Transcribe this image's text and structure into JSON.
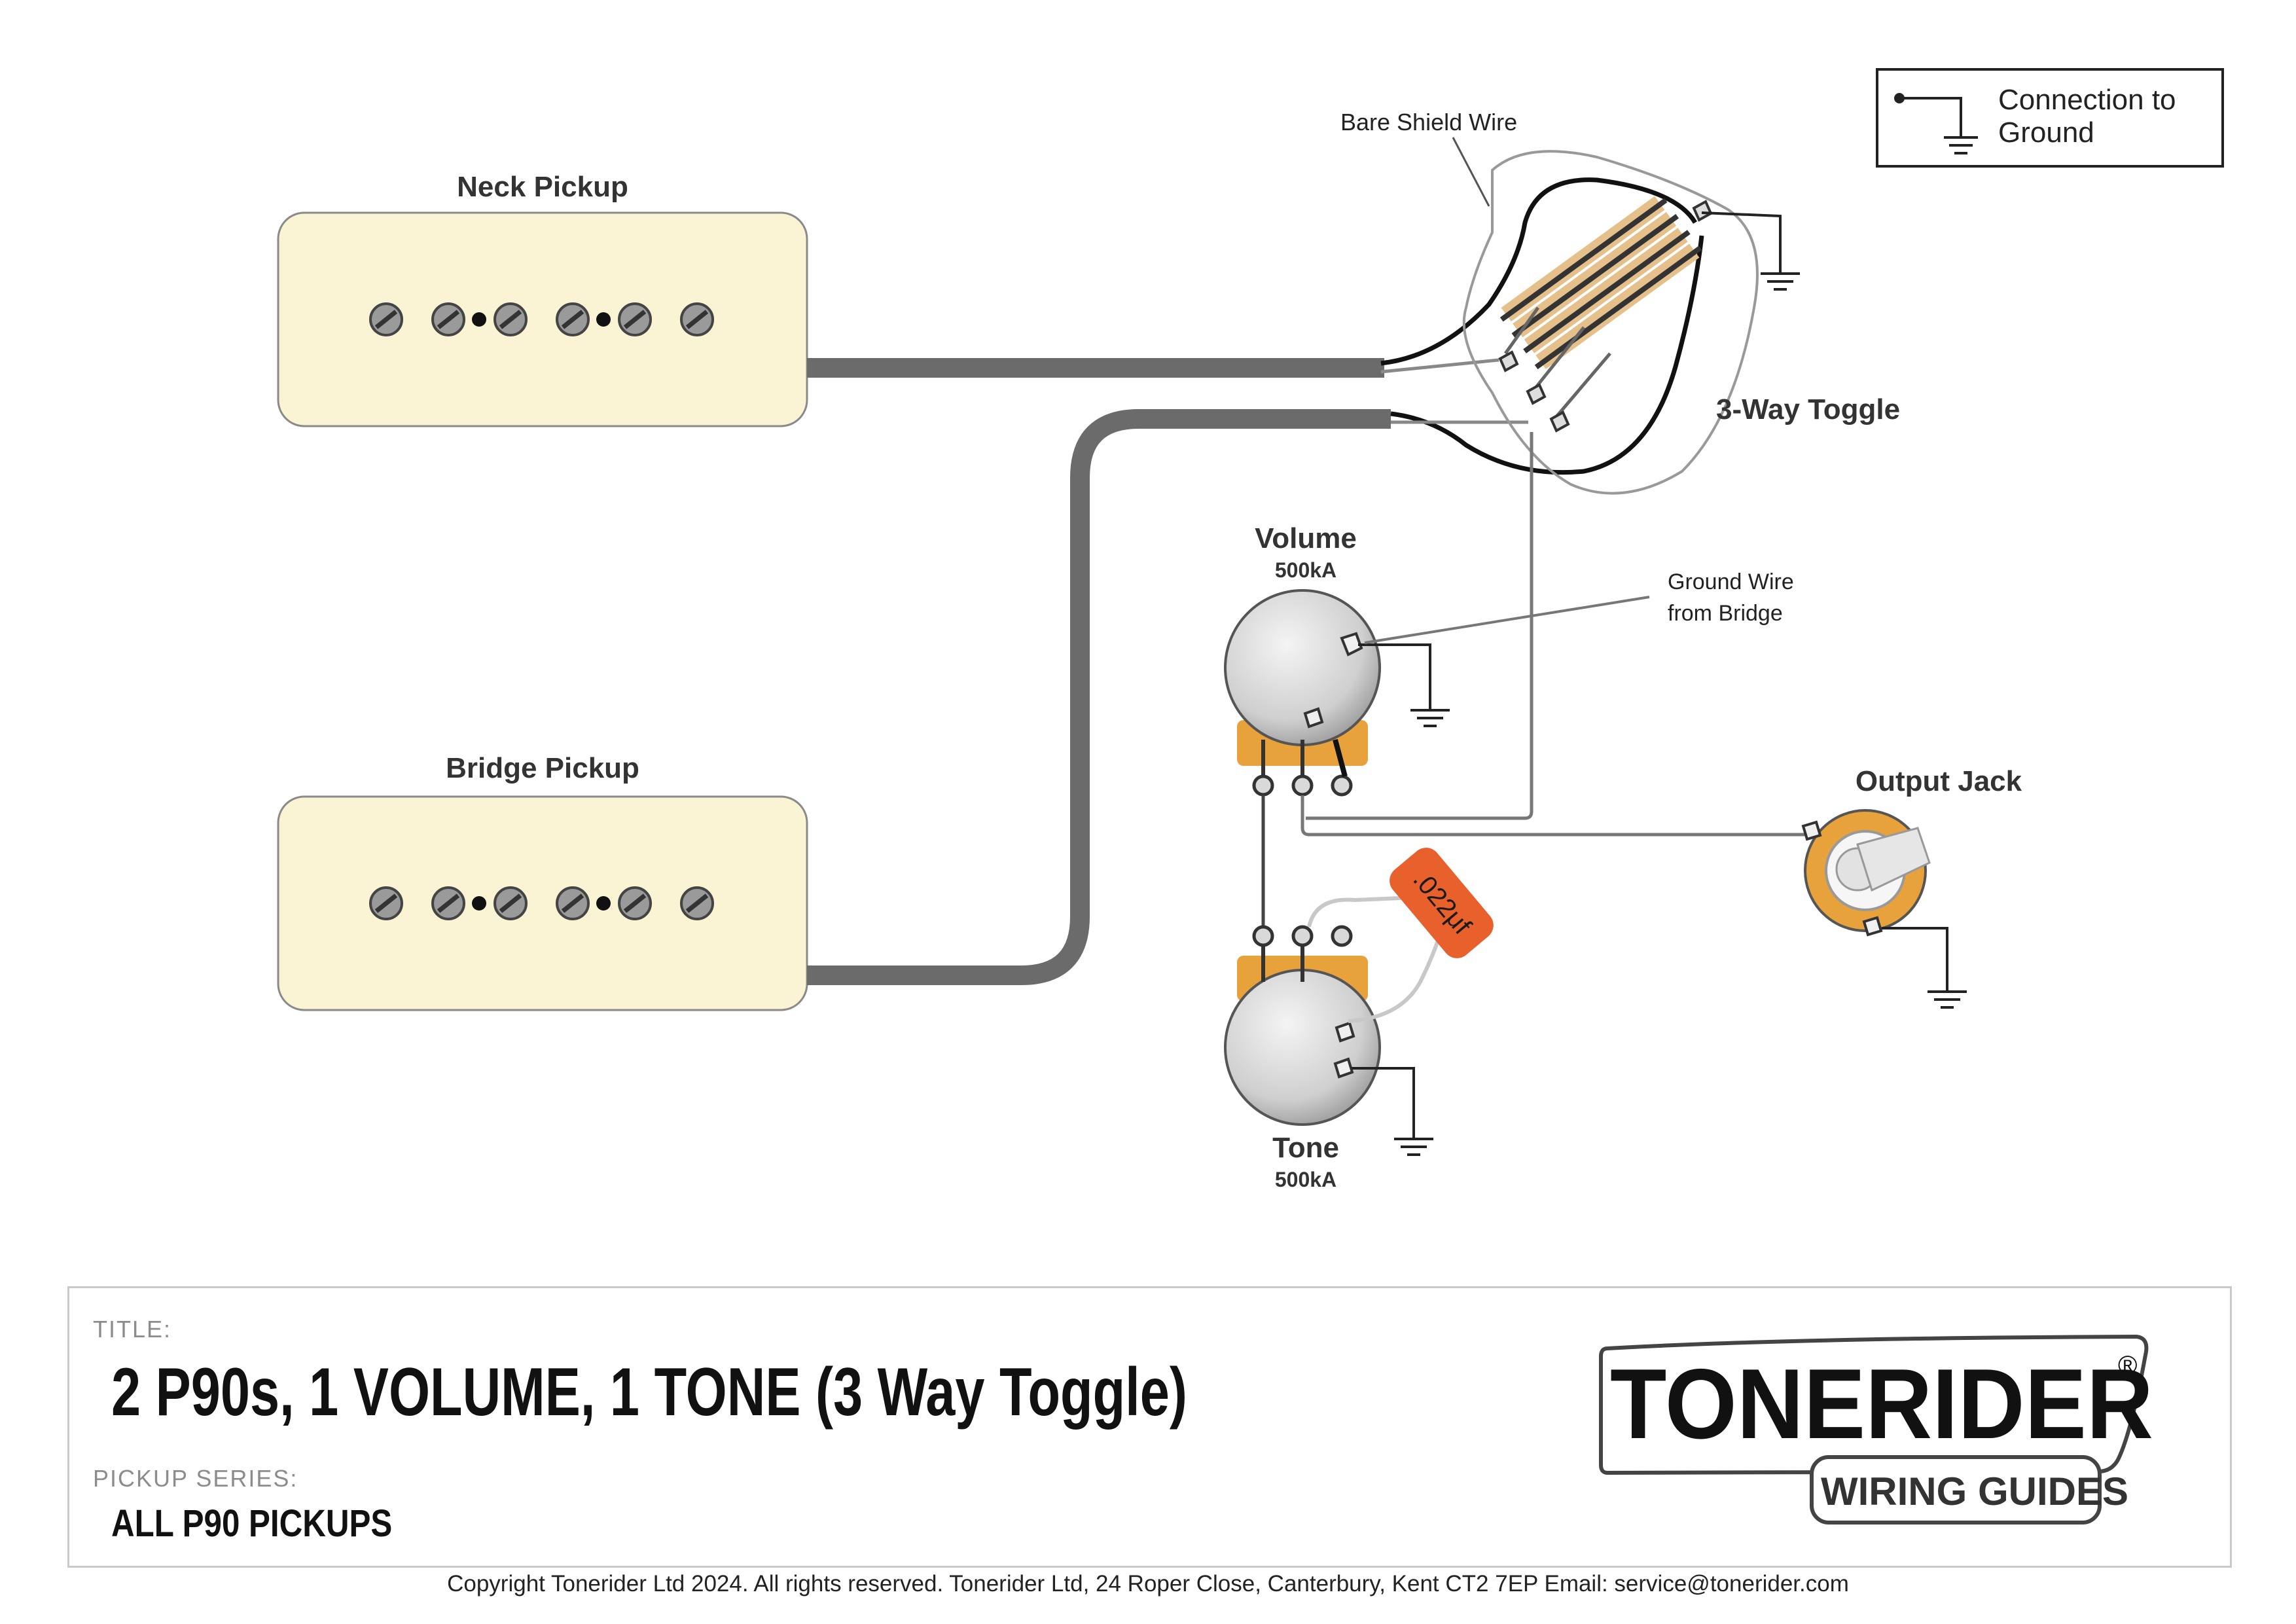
{
  "legend": {
    "line1": "Connection to",
    "line2": "Ground"
  },
  "pickups": {
    "neck_label": "Neck Pickup",
    "bridge_label": "Bridge Pickup"
  },
  "toggle": {
    "label": "3-Way Toggle",
    "shield_label": "Bare Shield Wire"
  },
  "volume": {
    "label": "Volume",
    "value": "500kA"
  },
  "tone": {
    "label": "Tone",
    "value": "500kA"
  },
  "capacitor": {
    "value": ".022μf"
  },
  "ground_wire": {
    "line1": "Ground Wire",
    "line2": "from Bridge"
  },
  "output_jack": {
    "label": "Output Jack"
  },
  "title_block": {
    "title_caption": "TITLE:",
    "title": "2 P90s, 1 VOLUME, 1 TONE (3 Way Toggle)",
    "series_caption": "PICKUP SERIES:",
    "series": "ALL P90 PICKUPS"
  },
  "logo": {
    "brand": "TONERIDER",
    "registered": "®",
    "tagline": "WIRING GUIDES"
  },
  "copyright": "Copyright Tonerider Ltd 2024. All rights reserved. Tonerider Ltd, 24 Roper Close, Canterbury, Kent CT2 7EP Email: service@tonerider.com",
  "colors": {
    "pickup_cover": "#fbf4d4",
    "cable_gray": "#6b6b6b",
    "pot_lug_plate": "#e8a23c",
    "capacitor": "#e8602c",
    "toggle_strip": "#e6c08a"
  },
  "icons": [
    "ground-icon",
    "screw-icon",
    "pot-icon",
    "jack-icon",
    "toggle-switch-icon",
    "capacitor-icon"
  ]
}
